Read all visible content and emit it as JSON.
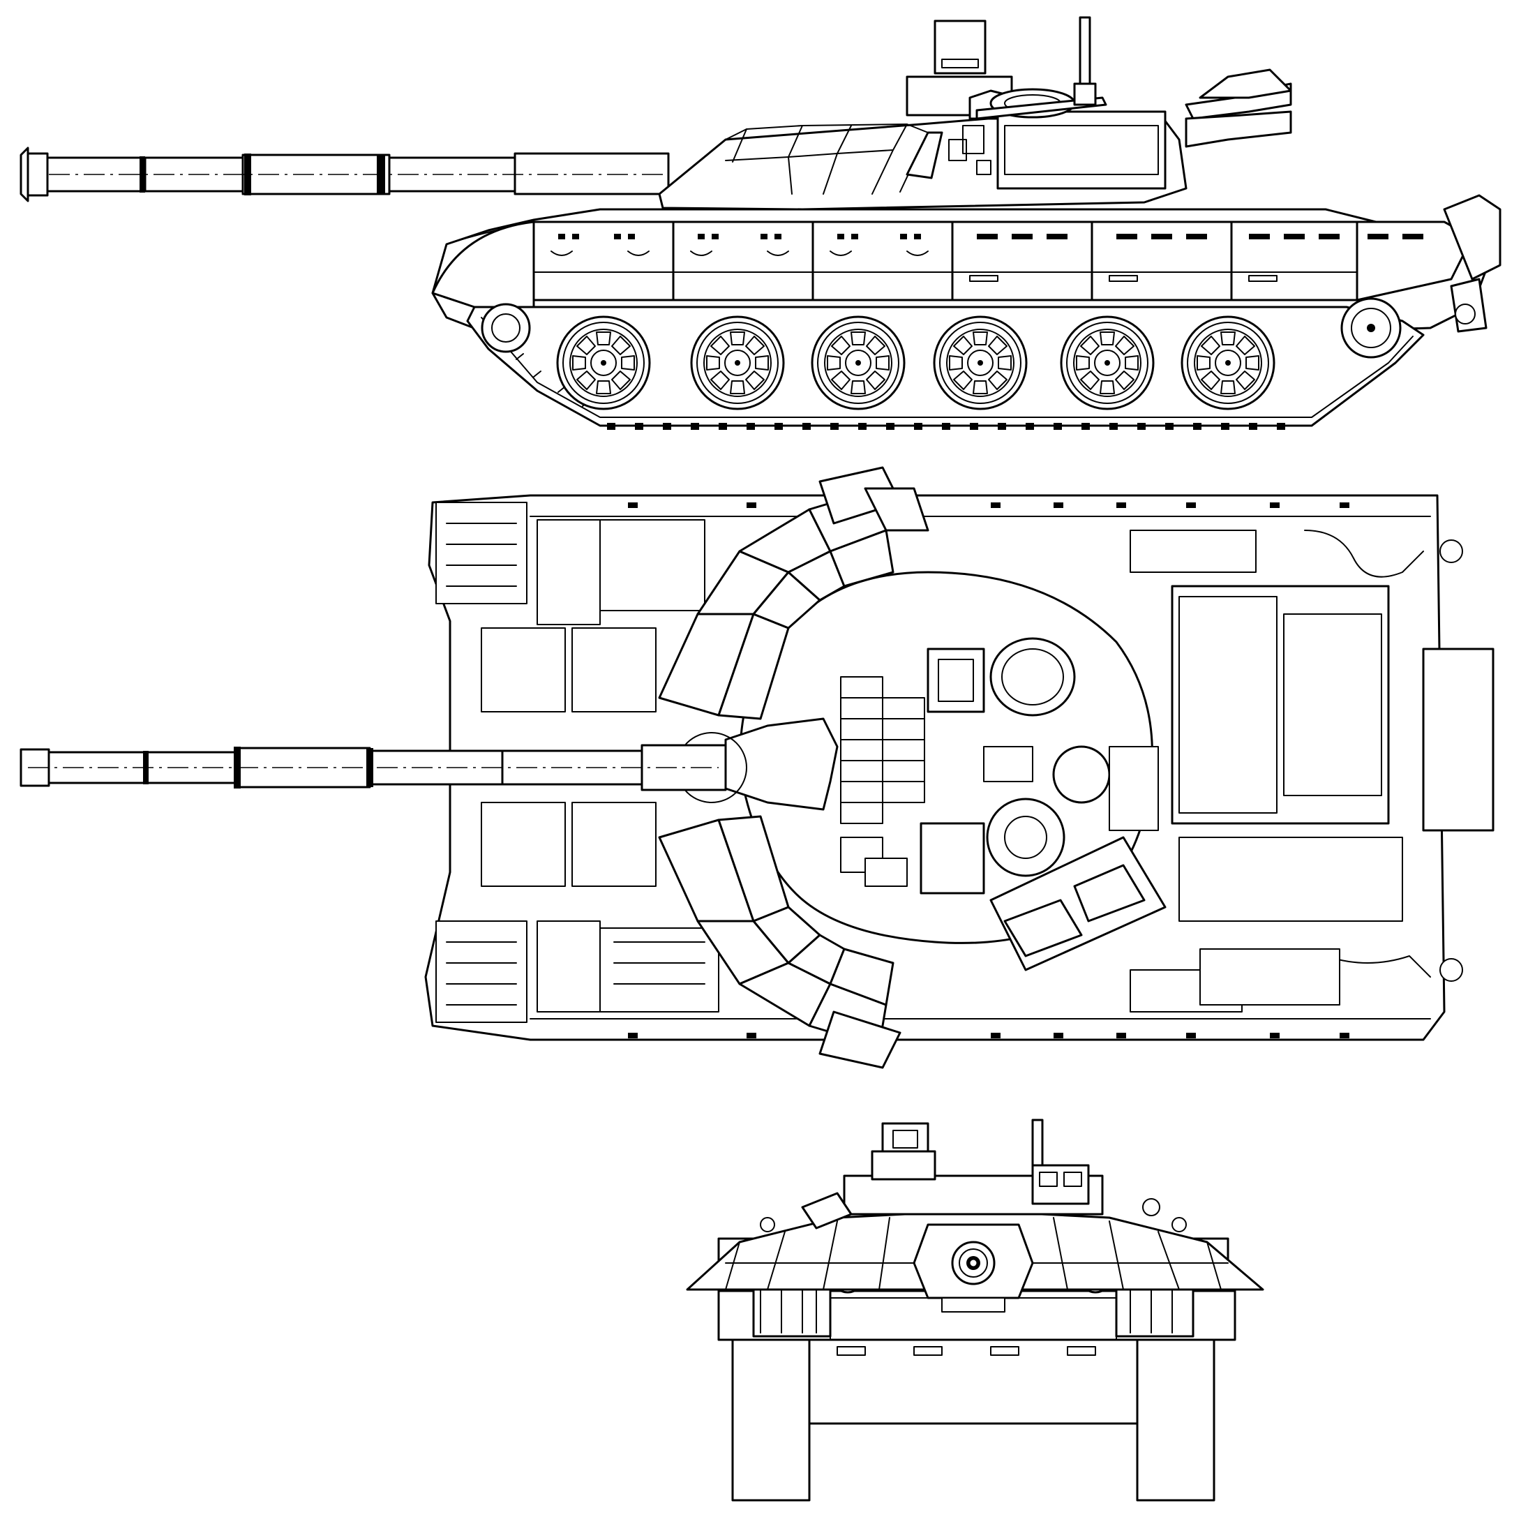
{
  "drawing": {
    "views": [
      "side",
      "top",
      "front"
    ],
    "stroke_color": "#000000",
    "background_color": "#ffffff",
    "road_wheel_count": 6
  }
}
